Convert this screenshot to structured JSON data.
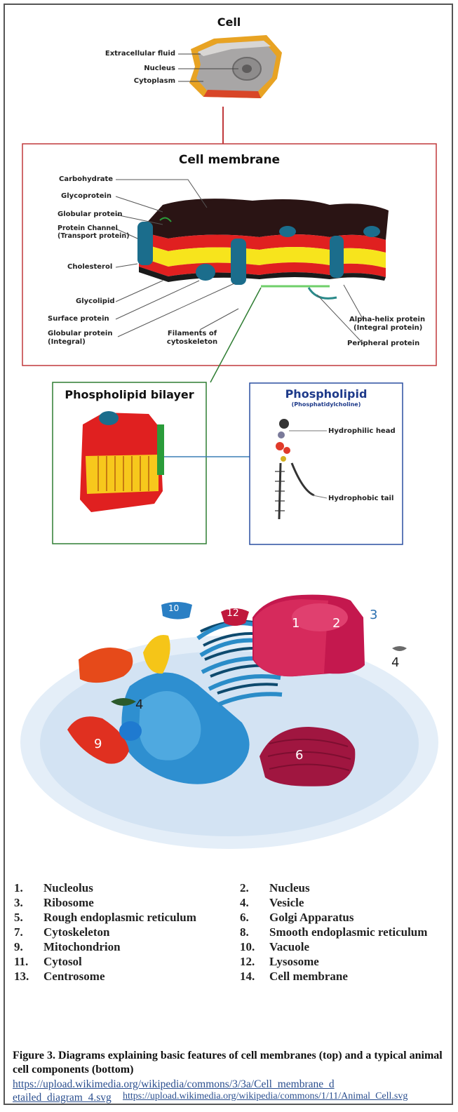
{
  "cell": {
    "title": "Cell",
    "labels": [
      "Extracellular fluid",
      "Nucleus",
      "Cytoplasm"
    ]
  },
  "membrane": {
    "title": "Cell membrane",
    "left_labels": [
      "Carbohydrate",
      "Glycoprotein",
      "Globular protein",
      "Protein Channel",
      "(Transport protein)",
      "Cholesterol",
      "Glycolipid",
      "Surface protein",
      "Globular protein",
      "(Integral)"
    ],
    "bottom_label": [
      "Filaments of",
      "cytoskeleton"
    ],
    "right_labels": [
      "Alpha-helix protein",
      "(Integral protein)",
      "Peripheral protein"
    ]
  },
  "bilayer": {
    "title": "Phospholipid bilayer"
  },
  "phospholipid": {
    "title": "Phospholipid",
    "subtitle": "(Phosphatidylcholine)",
    "head_label": "Hydrophilic head",
    "tail_label": "Hydrophobic tail"
  },
  "animal_cell": {
    "markers": [
      "1",
      "2",
      "3",
      "4",
      "4",
      "6",
      "9",
      "10",
      "12"
    ]
  },
  "legend": {
    "left": [
      "1.|Nucleolus",
      "3.|Ribosome",
      "5.|Rough endoplasmic reticulum",
      "7.|Cytoskeleton",
      "9.|Mitochondrion",
      "11.|Cytosol",
      "13.|Centrosome"
    ],
    "right": [
      "2.|Nucleus",
      "4.|Vesicle",
      "6.|Golgi Apparatus",
      "8.|Smooth endoplasmic reticulum",
      "10.|Vacuole",
      "12.|Lysosome",
      "14.|Cell membrane"
    ]
  },
  "caption": {
    "label": "Figure 3.",
    "text": " Diagrams explaining basic features of cell membranes (top) and a typical animal cell components (bottom)",
    "link1_a": "https://upload.wikimedia.org/wikipedia/commons/3/3a/Cell_membrane_d",
    "link1_b": "etailed_diagram_4.svg",
    "link2": "https://upload.wikimedia.org/wikipedia/commons/1/11/Animal_Cell.svg"
  },
  "colors": {
    "membrane_box": "#c0393b",
    "bilayer_box": "#2e7d32",
    "phospholipid_box": "#2a4fa0",
    "phospholipid_title": "#1e3a8a"
  }
}
